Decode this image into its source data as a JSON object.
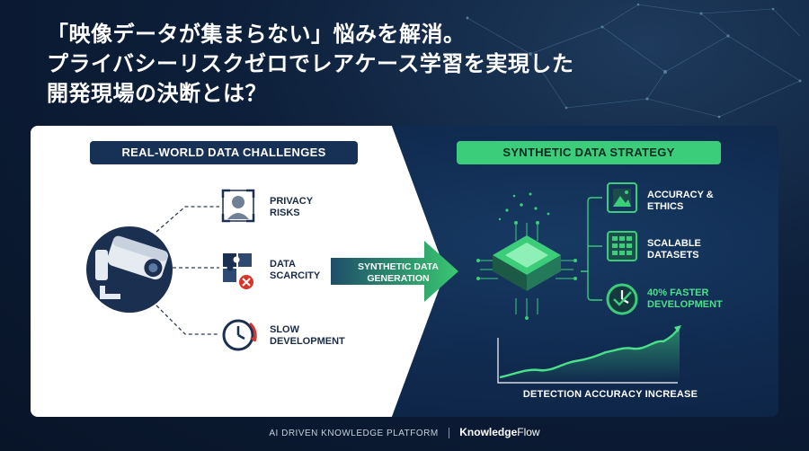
{
  "title": {
    "line1": "「映像データが集まらない」悩みを解消。",
    "line2": "プライバシーリスクゼロでレアケース学習を実現した",
    "line3": "開発現場の決断とは？"
  },
  "left": {
    "header": "REAL-WORLD DATA CHALLENGES",
    "items": [
      {
        "line1": "PRIVACY",
        "line2": "RISKS",
        "icon": "face-blur-icon"
      },
      {
        "line1": "DATA",
        "line2": "SCARCITY",
        "icon": "puzzle-icon"
      },
      {
        "line1": "SLOW",
        "line2": "DEVELOPMENT",
        "icon": "clock-icon"
      }
    ],
    "source_icon": "security-camera-icon"
  },
  "arrow": {
    "line1": "SYNTHETIC DATA",
    "line2": "GENERATION"
  },
  "right": {
    "header": "SYNTHETIC DATA STRATEGY",
    "items": [
      {
        "line1": "ACCURACY &",
        "line2": "ETHICS",
        "icon": "image-icon"
      },
      {
        "line1": "SCALABLE",
        "line2": "DATASETS",
        "icon": "grid-icon"
      },
      {
        "line1": "40% FASTER",
        "line2": "DEVELOPMENT",
        "icon": "clock-check-icon"
      }
    ],
    "chart_label": "DETECTION ACCURACY INCREASE"
  },
  "footer": {
    "tagline": "AI DRIVEN KNOWLEDGE PLATFORM",
    "brand_part1": "Knowledge",
    "brand_part2": "Flow"
  },
  "colors": {
    "navy": "#173055",
    "green": "#3ccd7a",
    "background": "#0b1a33"
  }
}
